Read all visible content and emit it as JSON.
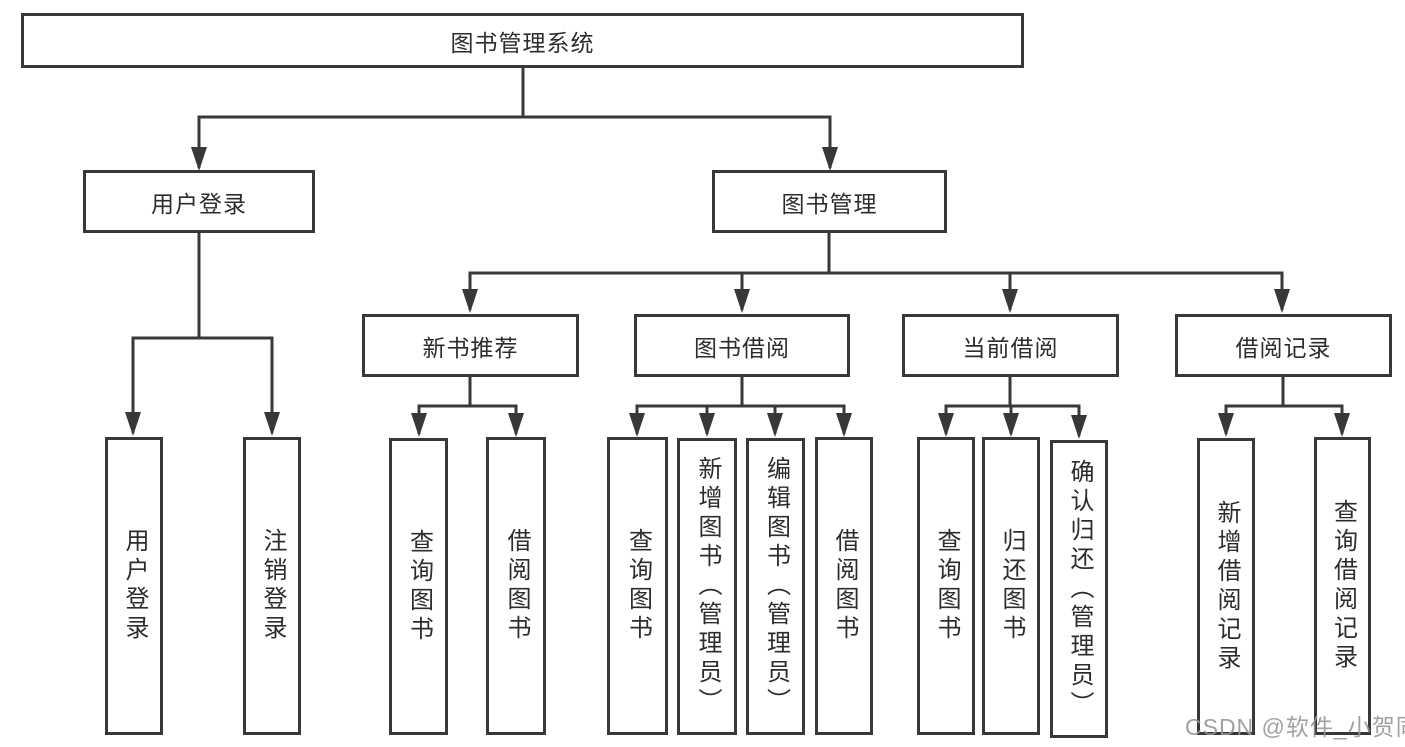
{
  "diagram": {
    "root": {
      "label": "图书管理系统"
    },
    "level2": {
      "user_login": {
        "label": "用户登录",
        "children": [
          "用户登录",
          "注销登录"
        ]
      },
      "book_mgmt": {
        "label": "图书管理"
      }
    },
    "level3": {
      "new_books": {
        "label": "新书推荐",
        "children": [
          "查询图书",
          "借阅图书"
        ]
      },
      "book_borrow": {
        "label": "图书借阅",
        "children": [
          "查询图书",
          "新增图书（管理员）",
          "编辑图书（管理员）",
          "借阅图书"
        ]
      },
      "current_borrow": {
        "label": "当前借阅",
        "children": [
          "查询图书",
          "归还图书",
          "确认归还（管理员）"
        ]
      },
      "borrow_records": {
        "label": "借阅记录",
        "children": [
          "新增借阅记录",
          "查询借阅记录"
        ]
      }
    },
    "line_color": "#383838"
  },
  "watermark": {
    "text": "CSDN @软件_小贺同学"
  }
}
